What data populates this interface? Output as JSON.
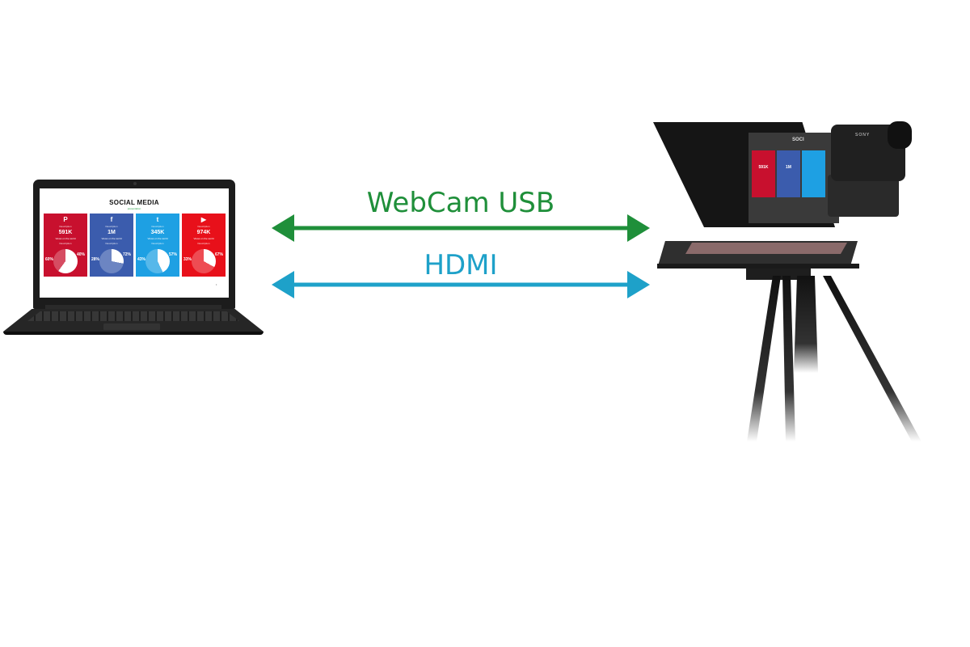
{
  "connections": {
    "webcam_usb": {
      "label": "WebCam USB",
      "color": "#1f8f3a"
    },
    "hdmi": {
      "label": "HDMI",
      "color": "#1ea1c9"
    }
  },
  "laptop_screen": {
    "title": "SOCIAL MEDIA",
    "subtitle": "presentation",
    "cards": [
      {
        "platform": "pinterest",
        "icon": "P",
        "color": "#c8102e",
        "description": "Description",
        "value": "591K",
        "label": "Views on the world",
        "pie": [
          60,
          40
        ],
        "pie_labels": [
          "60%",
          "40%"
        ]
      },
      {
        "platform": "facebook",
        "icon": "f",
        "color": "#3b5cad",
        "description": "Description",
        "value": "1M",
        "label": "Views on the world",
        "pie": [
          28,
          72
        ],
        "pie_labels": [
          "28%",
          "72%"
        ]
      },
      {
        "platform": "twitter",
        "icon": "t",
        "color": "#1ea0e3",
        "description": "Description",
        "value": "345K",
        "label": "Views on the world",
        "pie": [
          43,
          57
        ],
        "pie_labels": [
          "43%",
          "57%"
        ]
      },
      {
        "platform": "youtube",
        "icon": "▶",
        "color": "#e8101a",
        "description": "Description",
        "value": "974K",
        "label": "Views on the world",
        "pie": [
          33,
          67
        ],
        "pie_labels": [
          "33%",
          "67%"
        ]
      }
    ]
  },
  "teleprompter_screen": {
    "title": "SOCI",
    "values": [
      "591K",
      "1M"
    ]
  },
  "camera_brand": "SONY"
}
